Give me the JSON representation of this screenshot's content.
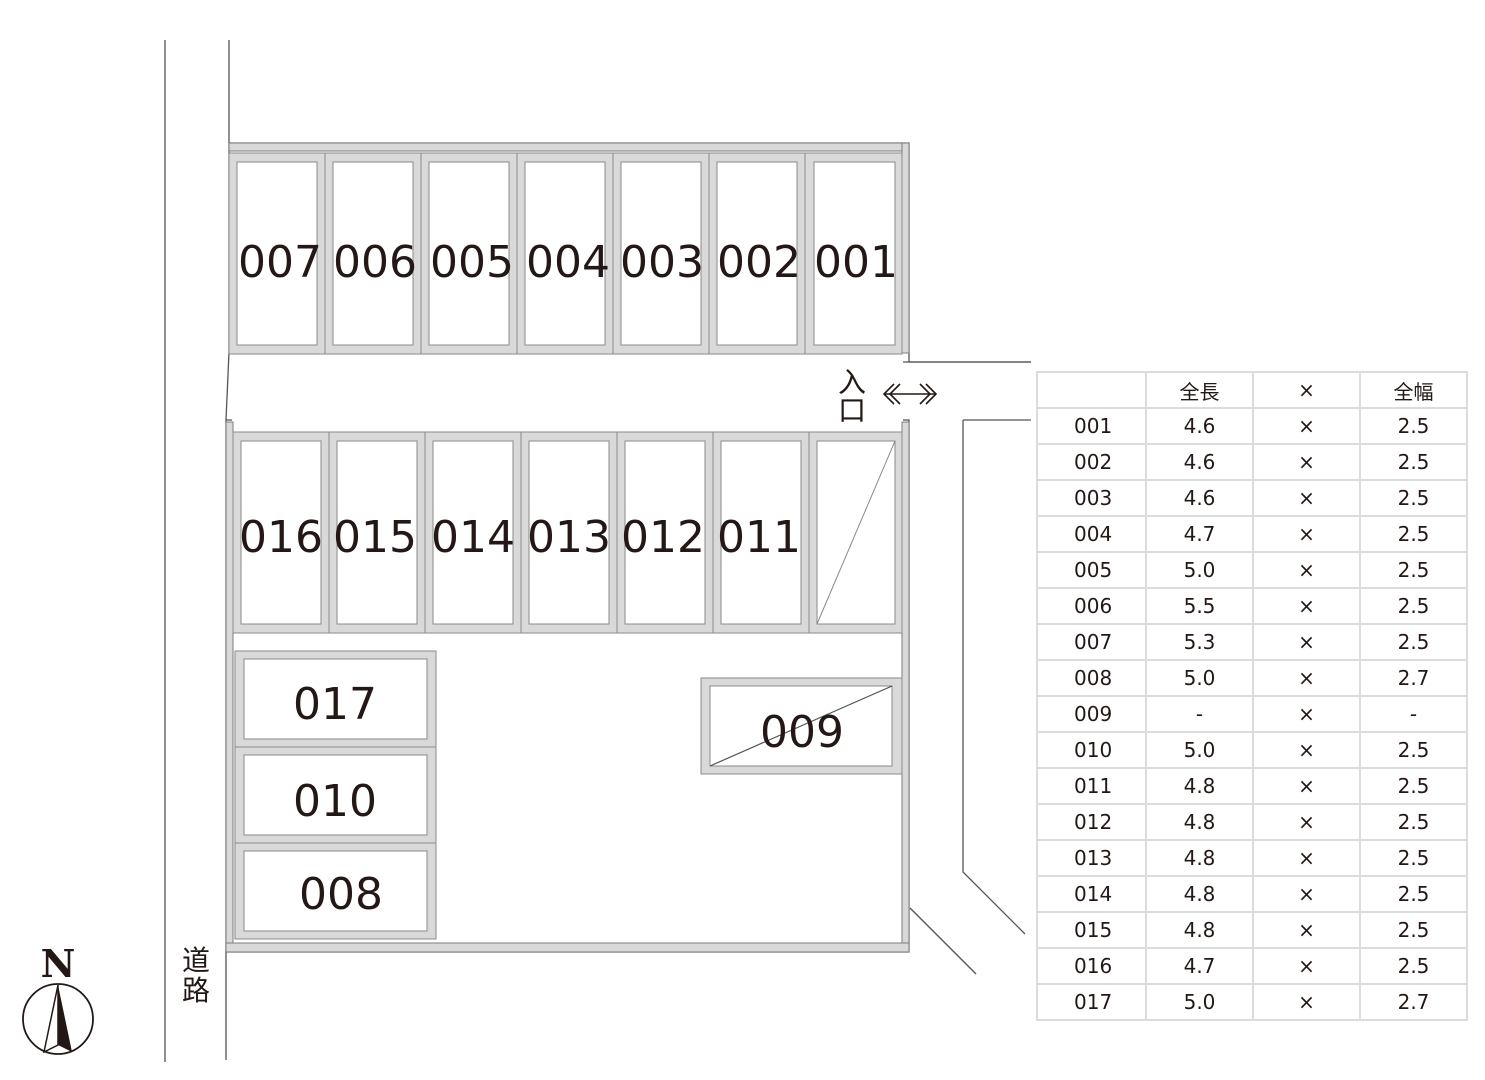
{
  "entrance_label": [
    "入",
    "口"
  ],
  "road_label": [
    "道",
    "路"
  ],
  "north_label": "N",
  "bays": {
    "top_row": [
      "007",
      "006",
      "005",
      "004",
      "003",
      "002",
      "001"
    ],
    "middle_row": [
      "016",
      "015",
      "014",
      "013",
      "012",
      "011",
      ""
    ],
    "left_stack": [
      "017",
      "010",
      "008"
    ],
    "closed_bay": "009"
  },
  "table": {
    "headers": [
      "",
      "全長",
      "×",
      "全幅"
    ],
    "rows": [
      [
        "001",
        "4.6",
        "×",
        "2.5"
      ],
      [
        "002",
        "4.6",
        "×",
        "2.5"
      ],
      [
        "003",
        "4.6",
        "×",
        "2.5"
      ],
      [
        "004",
        "4.7",
        "×",
        "2.5"
      ],
      [
        "005",
        "5.0",
        "×",
        "2.5"
      ],
      [
        "006",
        "5.5",
        "×",
        "2.5"
      ],
      [
        "007",
        "5.3",
        "×",
        "2.5"
      ],
      [
        "008",
        "5.0",
        "×",
        "2.7"
      ],
      [
        "009",
        "-",
        "×",
        "-"
      ],
      [
        "010",
        "5.0",
        "×",
        "2.5"
      ],
      [
        "011",
        "4.8",
        "×",
        "2.5"
      ],
      [
        "012",
        "4.8",
        "×",
        "2.5"
      ],
      [
        "013",
        "4.8",
        "×",
        "2.5"
      ],
      [
        "014",
        "4.8",
        "×",
        "2.5"
      ],
      [
        "015",
        "4.8",
        "×",
        "2.5"
      ],
      [
        "016",
        "4.7",
        "×",
        "2.5"
      ],
      [
        "017",
        "5.0",
        "×",
        "2.7"
      ]
    ]
  },
  "colors": {
    "bay_border": "#d9d9d9",
    "text": "#231815",
    "line": "#555555"
  }
}
